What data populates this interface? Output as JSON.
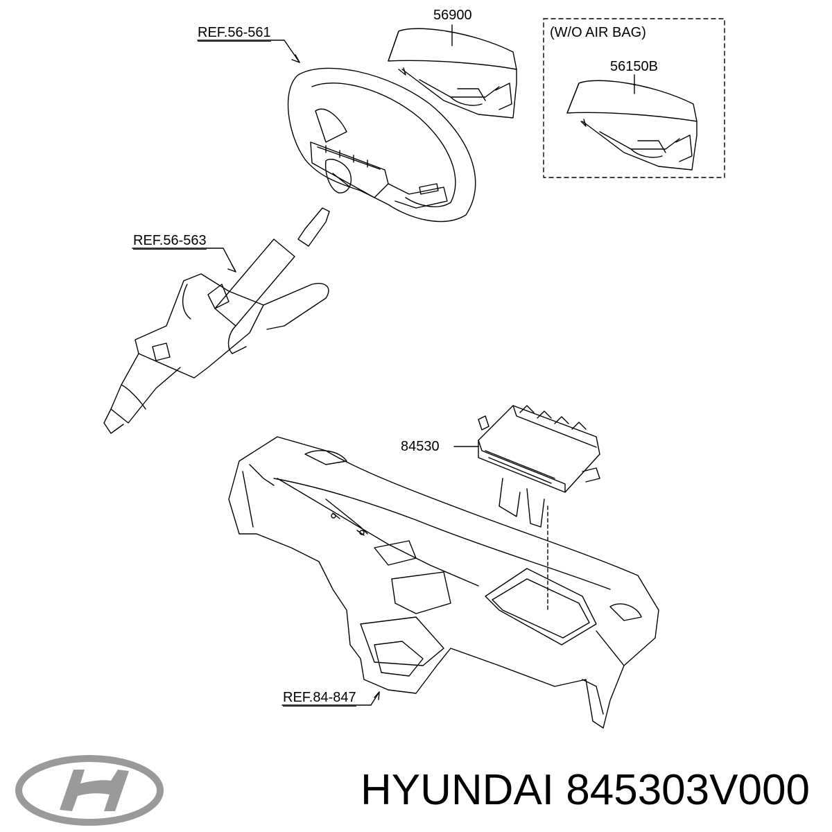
{
  "labels": {
    "ref_56_561": "REF.56-561",
    "part_56900": "56900",
    "wo_air_bag": "(W/O AIR BAG)",
    "part_56150b": "56150B",
    "ref_56_563": "REF.56-563",
    "part_84530": "84530",
    "ref_84_847": "REF.84-847"
  },
  "footer": {
    "brand_and_part": "HYUNDAI 845303V000"
  },
  "logo": {
    "icon": "hyundai-logo",
    "color": "#9a9a9a"
  },
  "colors": {
    "line": "#000000",
    "dashed_box": "#000000",
    "background": "#ffffff"
  }
}
